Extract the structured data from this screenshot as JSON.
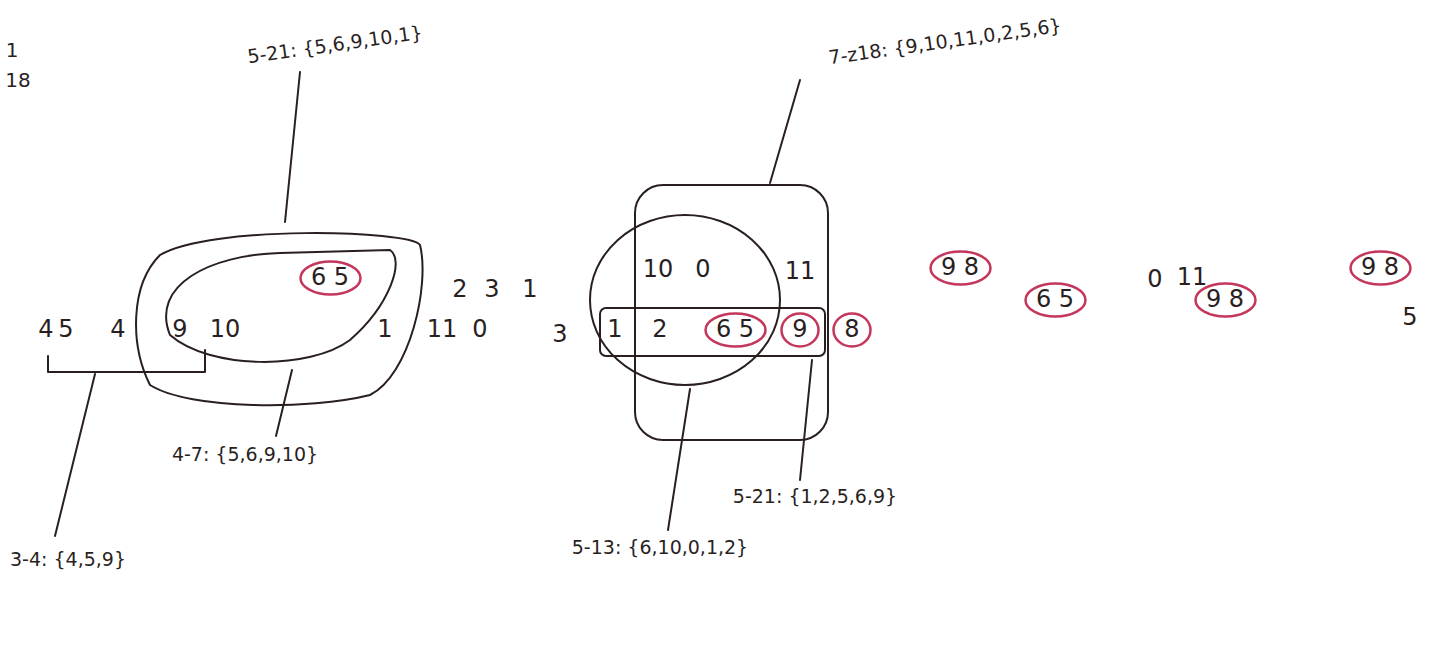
{
  "diagram": {
    "nodes": [
      {
        "text": [
          "1"
        ]
      },
      {
        "text": [
          "9",
          "10"
        ],
        "in": 0
      },
      {
        "text": [
          "6 5"
        ],
        "in": 1
      },
      {
        "text": [
          "9 8"
        ]
      },
      {
        "text": [
          "6 5"
        ]
      },
      {
        "text": [
          "9"
        ]
      },
      {
        "text": [
          "8"
        ]
      },
      {
        "text": [
          "6 5"
        ]
      },
      {
        "text": [
          "9 8"
        ]
      },
      {
        "text": [
          "9 8"
        ]
      }
    ],
    "labels": [
      "1",
      "18",
      "5-21: {5,6,9,10,1}",
      "7-z18: {9,10,11,0,2,5,6}",
      "2",
      "3",
      "1",
      "10",
      "0",
      "11",
      "0",
      "11",
      "4",
      "5",
      "4",
      "11",
      "0",
      "3",
      "1",
      "2",
      "5",
      "4-7: {5,6,9,10}",
      "3-4: {4,5,9}",
      "5-21: {1,2,5,6,9}",
      "5-13: {6,10,0,1,2}"
    ]
  }
}
